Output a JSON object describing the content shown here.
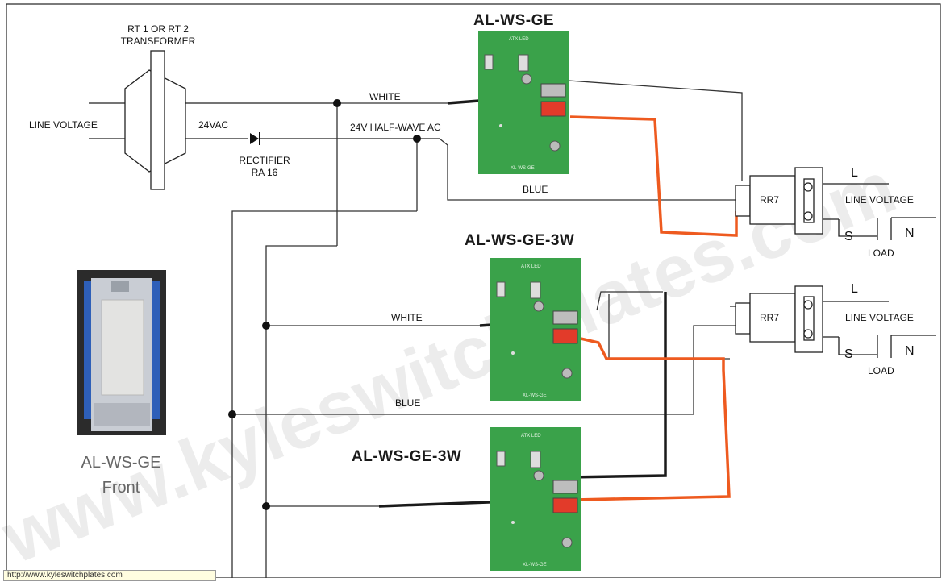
{
  "watermark": "www.kyleswitchplates.com",
  "transformer_line1": "RT 1 OR RT 2",
  "transformer_line2": "TRANSFORMER",
  "line_voltage_input": "LINE VOLTAGE",
  "vac_label": "24VAC",
  "rectifier_line1": "RECTIFIER",
  "rectifier_line2": "RA 16",
  "white_label": "WHITE",
  "half_wave_label": "24V HALF-WAVE AC",
  "blue_label": "BLUE",
  "modules": [
    {
      "title": "AL-WS-GE",
      "pcb_text": "XL-WS-GE"
    },
    {
      "title": "AL-WS-GE-3W",
      "pcb_text": "XL-WS-GE"
    },
    {
      "title": "AL-WS-GE-3W",
      "pcb_text": "XL-WS-GE"
    }
  ],
  "pcb_logo": "ATX LED",
  "relays": [
    {
      "name": "RR7",
      "l": "L",
      "line_voltage": "LINE VOLTAGE",
      "s": "S",
      "n": "N",
      "load": "LOAD"
    },
    {
      "name": "RR7",
      "l": "L",
      "line_voltage": "LINE VOLTAGE",
      "s": "S",
      "n": "N",
      "load": "LOAD"
    }
  ],
  "front_caption_line1": "AL-WS-GE",
  "front_caption_line2": "Front",
  "tooltip": "http://www.kyleswitchplates.com",
  "colors": {
    "pcb": "#3aa24a",
    "orange_wire": "#ee5a1f",
    "black_wire": "#1a1a1a",
    "terminal_red": "#e23b2a"
  }
}
